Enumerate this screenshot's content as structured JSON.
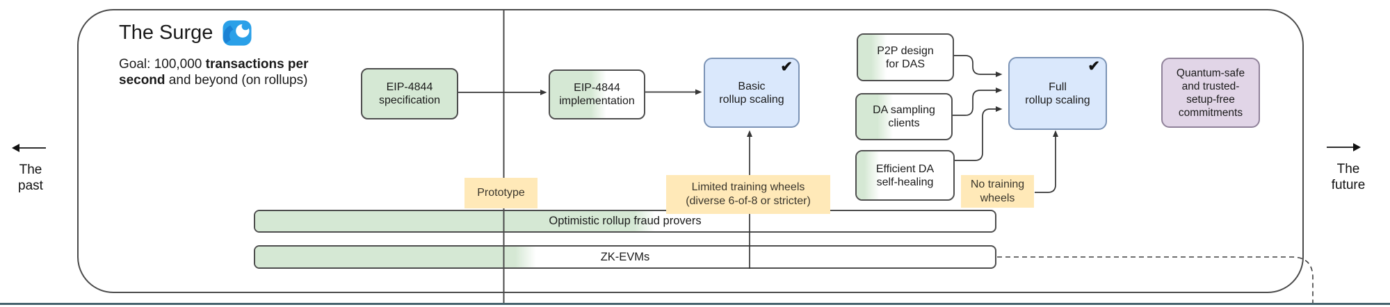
{
  "header": {
    "title": "The Surge",
    "goal_part1": "Goal: 100,000 ",
    "goal_part2": "transactions per second",
    "goal_part3": " and beyond (on rollups)"
  },
  "timeline": {
    "past_label": "The\npast",
    "future_label": "The\nfuture"
  },
  "boxes": {
    "eip4844_spec": {
      "label": "EIP-4844\nspecification",
      "progress": 100
    },
    "eip4844_impl": {
      "label": "EIP-4844\nimplementation",
      "progress": 60
    },
    "basic_rollup_scaling": {
      "label": "Basic\nrollup scaling",
      "check": "✔"
    },
    "p2p_design_for_das": {
      "label": "P2P design\nfor DAS",
      "progress": 30
    },
    "da_sampling_clients": {
      "label": "DA sampling\nclients",
      "progress": 38
    },
    "efficient_da_self_healing": {
      "label": "Efficient DA\nself-healing",
      "progress": 24
    },
    "full_rollup_scaling": {
      "label": "Full\nrollup scaling",
      "check": "✔"
    },
    "quantum_safe_commitments": {
      "label": "Quantum-safe\nand trusted-\nsetup-free\ncommitments"
    }
  },
  "milestone_labels": {
    "prototype": "Prototype",
    "limited_training_wheels": "Limited training wheels\n(diverse 6-of-8 or stricter)",
    "no_training_wheels": "No training\nwheels"
  },
  "tracks": [
    {
      "label": "Optimistic rollup fraud provers",
      "progress": 54
    },
    {
      "label": "ZK-EVMs",
      "progress": 38
    }
  ],
  "colors": {
    "done_green": "#d5e8d4",
    "milestone_blue": "#dae8fc",
    "research_purple": "#e1d5e7",
    "label_yellow": "#ffe9b8",
    "section_rule_teal": "#45626d"
  }
}
